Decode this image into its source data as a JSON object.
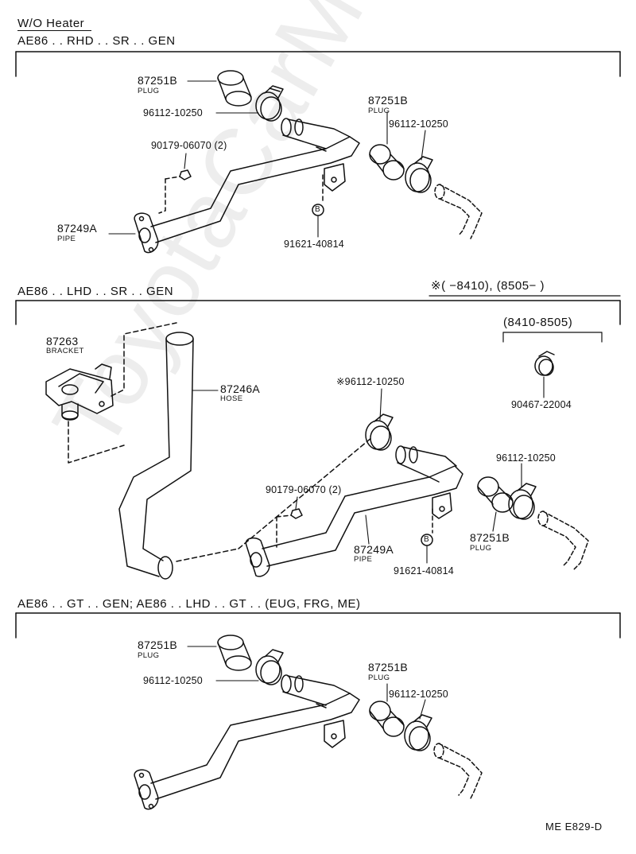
{
  "watermark": "ToyotaCarMine.ru",
  "sections": [
    {
      "title": "AE86 . . RHD . . SR . . GEN",
      "heater_label": "W/O Heater",
      "labels": {
        "plug_a": "87251B",
        "plug_a_sub": "PLUG",
        "clamp_a": "96112-10250",
        "bolt": "90179-06070 (2)",
        "pipe": "87249A",
        "pipe_sub": "PIPE",
        "screw": "91621-40814",
        "plug_b": "87251B",
        "plug_b_sub": "PLUG",
        "clamp_b": "96112-10250"
      }
    },
    {
      "title": "AE86 . . LHD . . SR . . GEN",
      "range_note": "※(        −8410), (8505−        )",
      "sub_range": "(8410-8505)",
      "labels": {
        "bracket": "87263",
        "bracket_sub": "BRACKET",
        "hose": "87246A",
        "hose_sub": "HOSE",
        "clamp_note": "※96112-10250",
        "clamp_alt": "90467-22004",
        "bolt": "90179-06070 (2)",
        "pipe": "87249A",
        "pipe_sub": "PIPE",
        "screw": "91621-40814",
        "clamp_b": "96112-10250",
        "plug_b": "87251B",
        "plug_b_sub": "PLUG"
      }
    },
    {
      "title": "AE86 . . GT . . GEN; AE86 . . LHD . . GT . . (EUG, FRG, ME)",
      "labels": {
        "plug_a": "87251B",
        "plug_a_sub": "PLUG",
        "clamp_a": "96112-10250",
        "plug_b": "87251B",
        "plug_b_sub": "PLUG",
        "clamp_b": "96112-10250"
      }
    }
  ],
  "callout_letter": "B",
  "footer_code": "ME  E829-D"
}
